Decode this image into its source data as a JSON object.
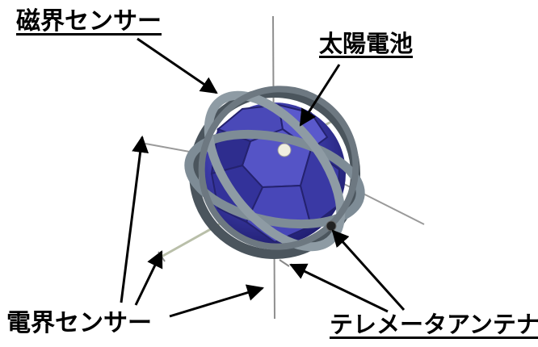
{
  "labels": {
    "magnetic_sensor": "磁界センサー",
    "solar_cell": "太陽電池",
    "electric_sensor": "電界センサー",
    "telemetry_antenna": "テレメータアンテナ"
  },
  "colors": {
    "sphere": "#3b3aa6",
    "sphere_dark": "#1f1d6e",
    "ring": "#7e8c96",
    "ring_dark": "#4b555d",
    "boom": "#8f8f8f",
    "arrow": "#000000"
  }
}
